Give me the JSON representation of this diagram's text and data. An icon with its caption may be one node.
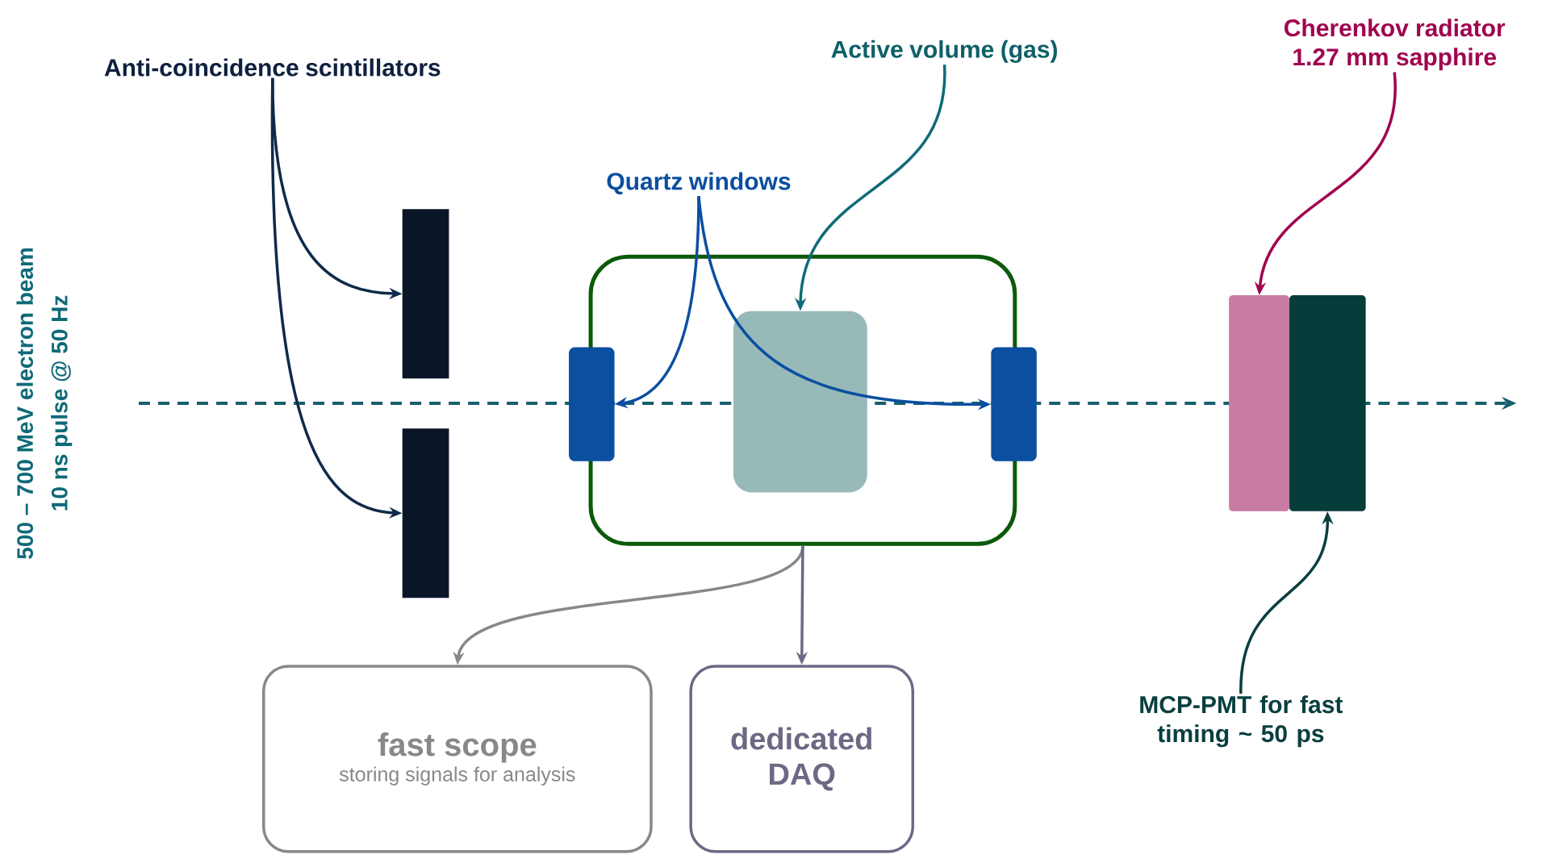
{
  "diagram": {
    "nodes": [
      {
        "text": [
          "Anti-coincidence scintillators"
        ]
      },
      {
        "text": [],
        "shape": "bar"
      },
      {
        "text": [],
        "shape": "bar"
      },
      {
        "text": [
          "Quartz windows"
        ]
      },
      {
        "text": [
          "Active volume (gas)"
        ]
      },
      {
        "text": [
          "Cherenkov radiator 1.27 mm sapphire"
        ]
      },
      {
        "text": [],
        "shape": "box"
      },
      {
        "text": [],
        "shape": "box"
      },
      {
        "text": [],
        "shape": "box",
        "in": 6
      },
      {
        "text": [],
        "shape": "box"
      },
      {
        "text": [],
        "shape": "box"
      },
      {
        "text": [],
        "shape": "box"
      },
      {
        "text": [
          "MCP-PMT for fast timing ~ 50 ps"
        ]
      },
      {
        "text": [
          "fast scope",
          "storing signals for analysis"
        ]
      },
      {
        "text": [
          "dedicated DAQ"
        ]
      }
    ],
    "edges": [
      {
        "from": 0,
        "to": 1,
        "arrow": "to",
        "color": "#0f2a4a"
      },
      {
        "from": 0,
        "to": 2,
        "arrow": "to",
        "color": "#0f2a4a"
      },
      {
        "from": 3,
        "to": 7,
        "arrow": "to",
        "color": "#0a4fa0"
      },
      {
        "from": 3,
        "to": 9,
        "arrow": "to",
        "color": "#0a4fa0"
      },
      {
        "from": 4,
        "to": 8,
        "arrow": "to",
        "color": "#0f6a78"
      },
      {
        "from": 5,
        "to": 10,
        "arrow": "to",
        "color": "#a0054f"
      },
      {
        "from": 12,
        "to": 11,
        "arrow": "to",
        "color": "#0a3f3f"
      },
      {
        "from": 6,
        "to": 13,
        "arrow": "to",
        "color": "#888888"
      },
      {
        "from": 6,
        "to": 14,
        "arrow": "to",
        "color": "#6b6a85"
      }
    ],
    "labels": [
      "500 – 700 MeV electron beam",
      "10 ns pulse @ 50 Hz"
    ]
  }
}
